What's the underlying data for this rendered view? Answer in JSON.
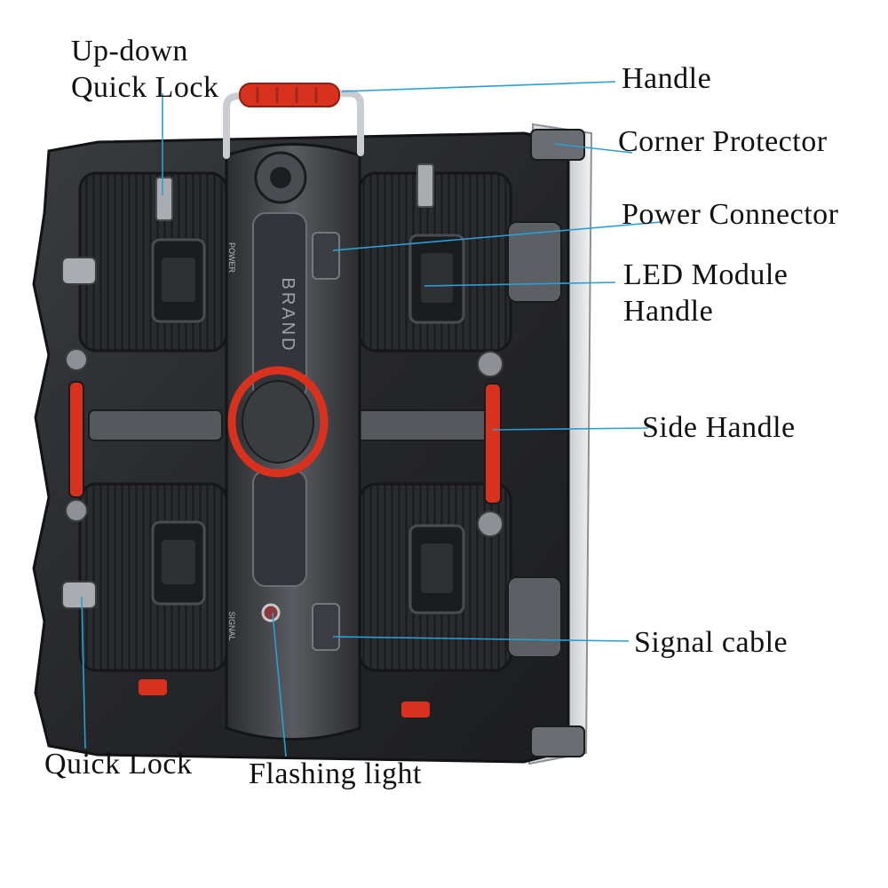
{
  "labels": {
    "updown_line1": "Up-down",
    "updown_line2": "Quick Lock",
    "handle": "Handle",
    "corner_protector": "Corner Protector",
    "power_connector": "Power Connector",
    "led_module_line1": "LED Module",
    "led_module_line2": "Handle",
    "side_handle": "Side Handle",
    "signal_cable": "Signal cable",
    "quick_lock": "Quick Lock",
    "flashing_light": "Flashing light"
  },
  "brand_text": "BRAND",
  "side_labels": {
    "power": "POWER",
    "signal": "SIGNAL"
  },
  "colors": {
    "leader_line": "#2a9fd6",
    "accent_red": "#d8321f",
    "cabinet_dark": "#2a2b2e",
    "cabinet_mid": "#44464a",
    "frame_silver": "#c9ccd0"
  }
}
